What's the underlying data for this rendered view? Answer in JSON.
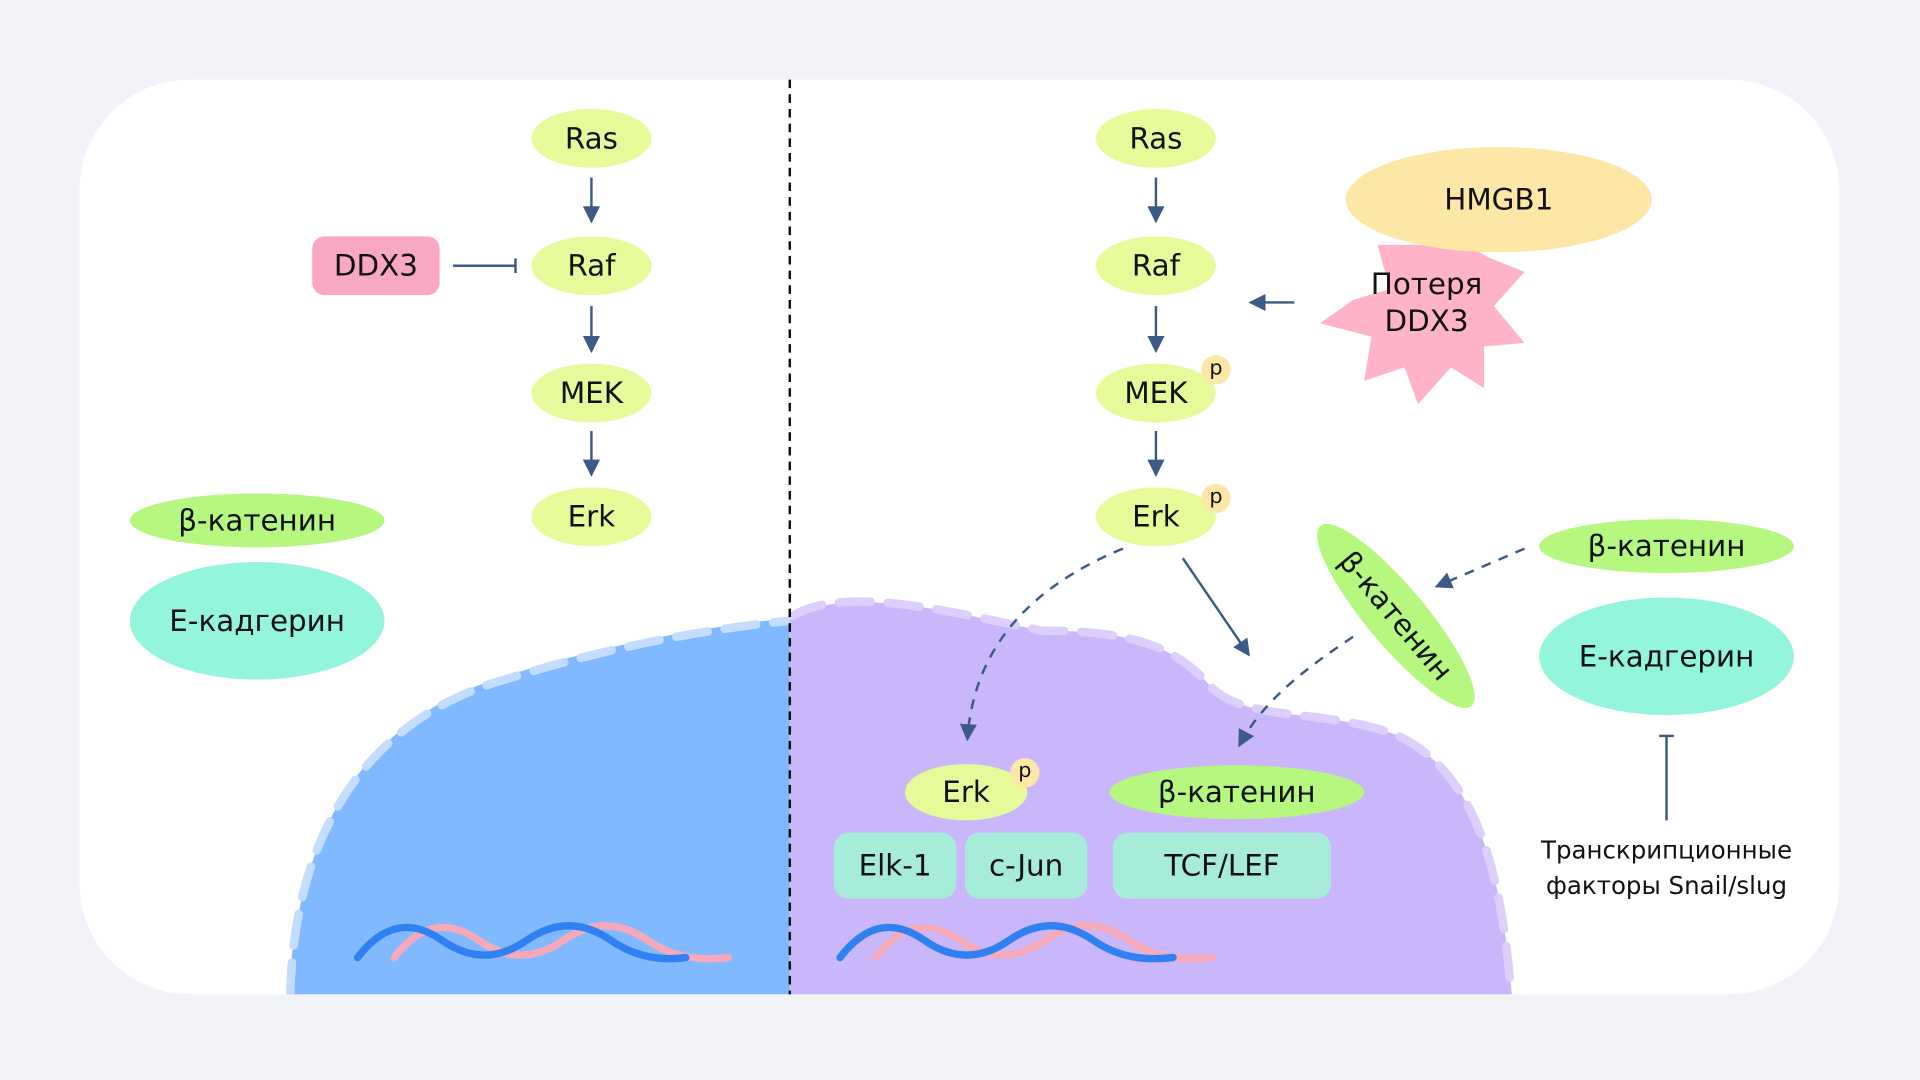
{
  "colors": {
    "background": "#f1f3f8",
    "panel": "#ffffff",
    "kinase": "#e6fa9a",
    "beta_catenin": "#b5f77f",
    "e_cadherin": "#93f5dc",
    "ddx3": "#f9a8c3",
    "hmgb1": "#fde7a6",
    "star": "#ffb3c8",
    "phospho": "#fde7a6",
    "tf_box": "#a7ecd9",
    "nucleus_left": "#80b9ff",
    "nucleus_right": "#c9b6fb",
    "dna_blue": "#2f80f0",
    "dna_pink": "#f6a9b9",
    "arrow": "#3b5a86"
  },
  "left": {
    "ras": "Ras",
    "raf": "Raf",
    "mek": "MEK",
    "erk": "Erk",
    "ddx3": "DDX3",
    "beta_catenin": "β-катенин",
    "e_cadherin": "Е-кадгерин"
  },
  "right": {
    "ras": "Ras",
    "raf": "Raf",
    "mek": "MEK",
    "erk": "Erk",
    "phospho": "p",
    "hmgb1": "HMGB1",
    "ddx3_loss_line1": "Потеря",
    "ddx3_loss_line2": "DDX3",
    "beta_catenin_membrane": "β-катенин",
    "beta_catenin_free": "β-катенин",
    "e_cadherin": "Е-кадгерин",
    "snail_line1": "Транскрипционные",
    "snail_line2": "факторы Snail/slug",
    "nucleus": {
      "erk": "Erk",
      "beta_catenin": "β-катенин",
      "elk1": "Elk-1",
      "cjun": "c-Jun",
      "tcf_lef": "TCF/LEF"
    }
  }
}
